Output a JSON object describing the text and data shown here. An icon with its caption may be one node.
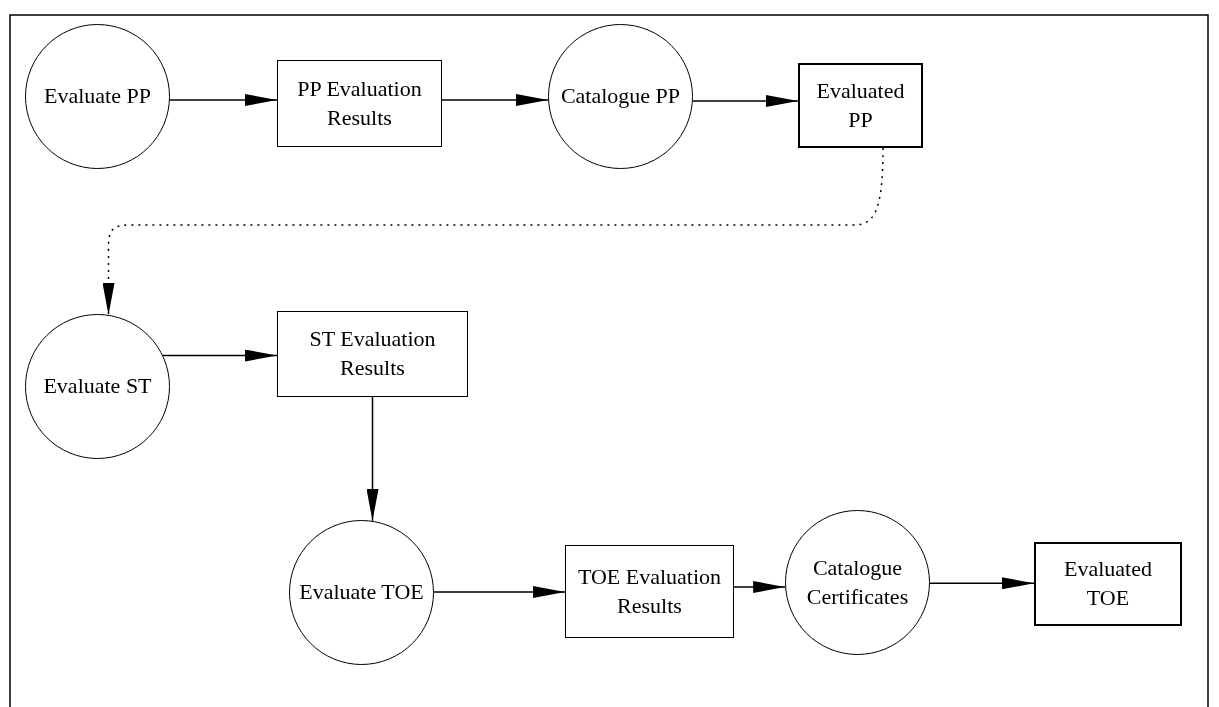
{
  "diagram": {
    "nodes": [
      {
        "text": [
          "Evaluate PP"
        ]
      },
      {
        "text": [
          "PP Evaluation Results"
        ]
      },
      {
        "text": [
          "Catalogue PP"
        ]
      },
      {
        "text": [
          "Evaluated PP"
        ]
      },
      {
        "text": [
          "Evaluate ST"
        ]
      },
      {
        "text": [
          "ST Evaluation Results"
        ]
      },
      {
        "text": [
          "Evaluate TOE"
        ]
      },
      {
        "text": [
          "TOE Evaluation Results"
        ]
      },
      {
        "text": [
          "Catalogue Certificates"
        ]
      },
      {
        "text": [
          "Evaluated TOE"
        ]
      }
    ],
    "edges": [
      {
        "from": 0,
        "to": 1,
        "arrow": "to"
      },
      {
        "from": 1,
        "to": 2,
        "arrow": "to"
      },
      {
        "from": 2,
        "to": 3,
        "arrow": "to"
      },
      {
        "from": 3,
        "to": 4,
        "arrow": "to",
        "style": "dashed"
      },
      {
        "from": 4,
        "to": 5,
        "arrow": "to"
      },
      {
        "from": 5,
        "to": 6,
        "arrow": "to"
      },
      {
        "from": 6,
        "to": 7,
        "arrow": "to"
      },
      {
        "from": 7,
        "to": 8,
        "arrow": "to"
      },
      {
        "from": 8,
        "to": 9,
        "arrow": "to"
      }
    ]
  }
}
